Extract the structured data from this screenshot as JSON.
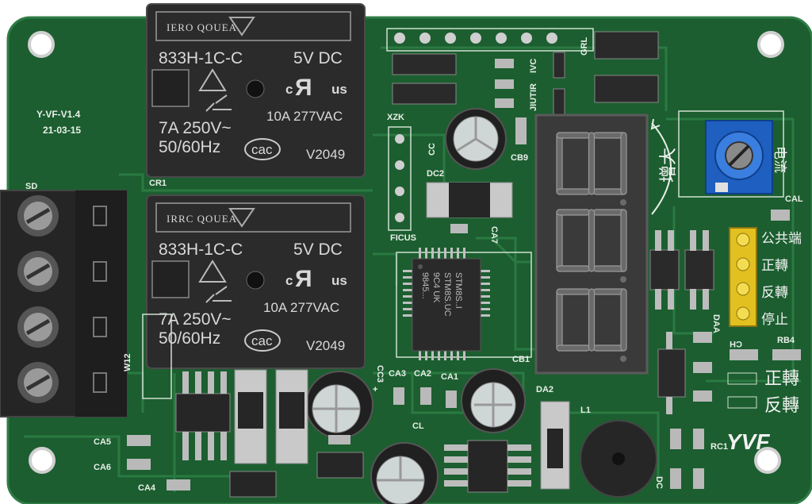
{
  "board": {
    "model": "Y-VF-V1.4",
    "date": "21-03-15",
    "logo": "YVF",
    "colors": {
      "pcb": "#1c5e30",
      "trace": "#2a7a42",
      "silk": "#e8efe8",
      "relay": "#2b2b2b",
      "pot": "#1e5fc0",
      "jumper": "#e2c020"
    }
  },
  "relays": [
    {
      "brand": "IERO QOUEA",
      "model": "833H-1C-C",
      "coil": "5V DC",
      "rating_a": "7A 250V~",
      "rating_b": "50/60Hz",
      "rating_c": "10A 277VAC",
      "cert": "cac",
      "code": "V2049",
      "ul_c": "c",
      "ul_us": "us"
    },
    {
      "brand": "IRRC QOUEA",
      "model": "833H-1C-C",
      "coil": "5V DC",
      "rating_a": "7A 250V~",
      "rating_b": "50/60Hz",
      "rating_c": "10A 277VAC",
      "cert": "cac",
      "code": "V2049",
      "ul_c": "c",
      "ul_us": "us"
    }
  ],
  "chip": {
    "line1": "STM8S..I",
    "line2": "STM8S.UC",
    "line3": "9C4 UK",
    "line4": "9845..."
  },
  "labels": {
    "sd": "SD",
    "cr1": "CR1",
    "xzk": "XZK",
    "ficus": "FICUS",
    "cc": "CC",
    "dc2": "DC2",
    "cb9": "CB9",
    "ca7": "CA7",
    "cb1": "CB1",
    "cal": "CAL",
    "daa": "DAA",
    "rb4": "RB4",
    "ch": "CH",
    "grl": "GRL",
    "ivc": "IVC",
    "ir": "IR",
    "jiut": "JIUT",
    "w12": "W12",
    "cc3": "CC3",
    "ca3": "CA3",
    "ca2": "CA2",
    "ca1": "CA1",
    "cl": "CL",
    "da2": "DA2",
    "l1": "L1",
    "ca5": "CA5",
    "ca6": "CA6",
    "ca4": "CA4",
    "rc1": "RC1",
    "dc": "DC",
    "cap_sym": "+"
  },
  "chinese": {
    "increase": "增大",
    "current": "电流",
    "common": "公共端",
    "forward": "正轉",
    "reverse": "反轉",
    "stop": "停止",
    "forward2": "正轉",
    "reverse2": "反轉"
  },
  "display": {
    "digits": [
      "8",
      "8",
      "8"
    ]
  }
}
